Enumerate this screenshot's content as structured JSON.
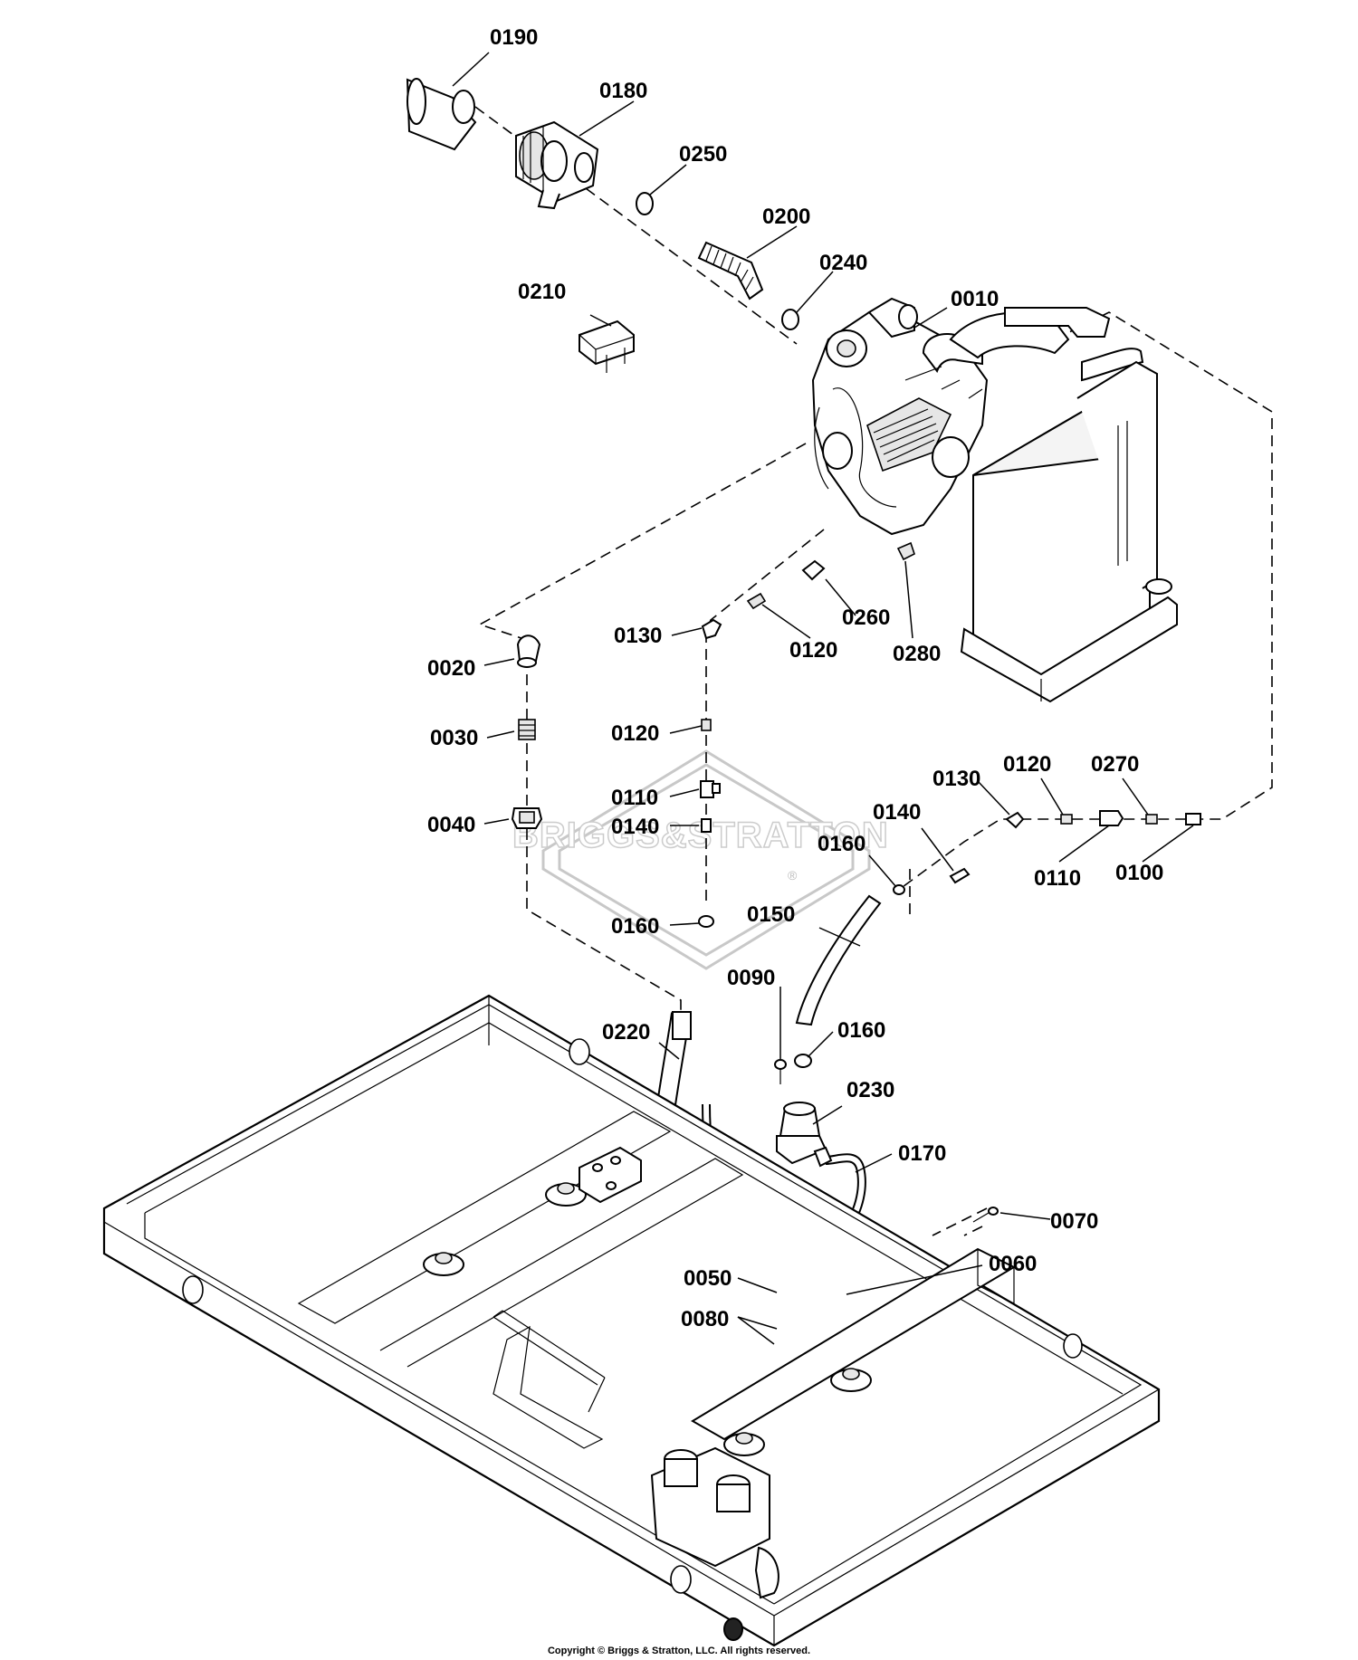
{
  "watermark": {
    "brand": "BRIGGS&STRATTON",
    "mark": "®"
  },
  "copyright": "Copyright © Briggs & Stratton, LLC. All rights reserved.",
  "callouts": [
    {
      "id": "p0190",
      "text": "0190"
    },
    {
      "id": "p0180",
      "text": "0180"
    },
    {
      "id": "p0250",
      "text": "0250"
    },
    {
      "id": "p0200",
      "text": "0200"
    },
    {
      "id": "p0240",
      "text": "0240"
    },
    {
      "id": "p0210",
      "text": "0210"
    },
    {
      "id": "p0010",
      "text": "0010"
    },
    {
      "id": "p0260",
      "text": "0260"
    },
    {
      "id": "p0130a",
      "text": "0130"
    },
    {
      "id": "p0120a",
      "text": "0120"
    },
    {
      "id": "p0280",
      "text": "0280"
    },
    {
      "id": "p0020",
      "text": "0020"
    },
    {
      "id": "p0030",
      "text": "0030"
    },
    {
      "id": "p0120b",
      "text": "0120"
    },
    {
      "id": "p0110a",
      "text": "0110"
    },
    {
      "id": "p0040",
      "text": "0040"
    },
    {
      "id": "p0140a",
      "text": "0140"
    },
    {
      "id": "p0160a",
      "text": "0160"
    },
    {
      "id": "p0130b",
      "text": "0130"
    },
    {
      "id": "p0120c",
      "text": "0120"
    },
    {
      "id": "p0270",
      "text": "0270"
    },
    {
      "id": "p0140b",
      "text": "0140"
    },
    {
      "id": "p0160b",
      "text": "0160"
    },
    {
      "id": "p0110b",
      "text": "0110"
    },
    {
      "id": "p0100",
      "text": "0100"
    },
    {
      "id": "p0150",
      "text": "0150"
    },
    {
      "id": "p0090",
      "text": "0090"
    },
    {
      "id": "p0220",
      "text": "0220"
    },
    {
      "id": "p0160c",
      "text": "0160"
    },
    {
      "id": "p0230",
      "text": "0230"
    },
    {
      "id": "p0170",
      "text": "0170"
    },
    {
      "id": "p0070",
      "text": "0070"
    },
    {
      "id": "p0060",
      "text": "0060"
    },
    {
      "id": "p0050",
      "text": "0050"
    },
    {
      "id": "p0080",
      "text": "0080"
    }
  ]
}
